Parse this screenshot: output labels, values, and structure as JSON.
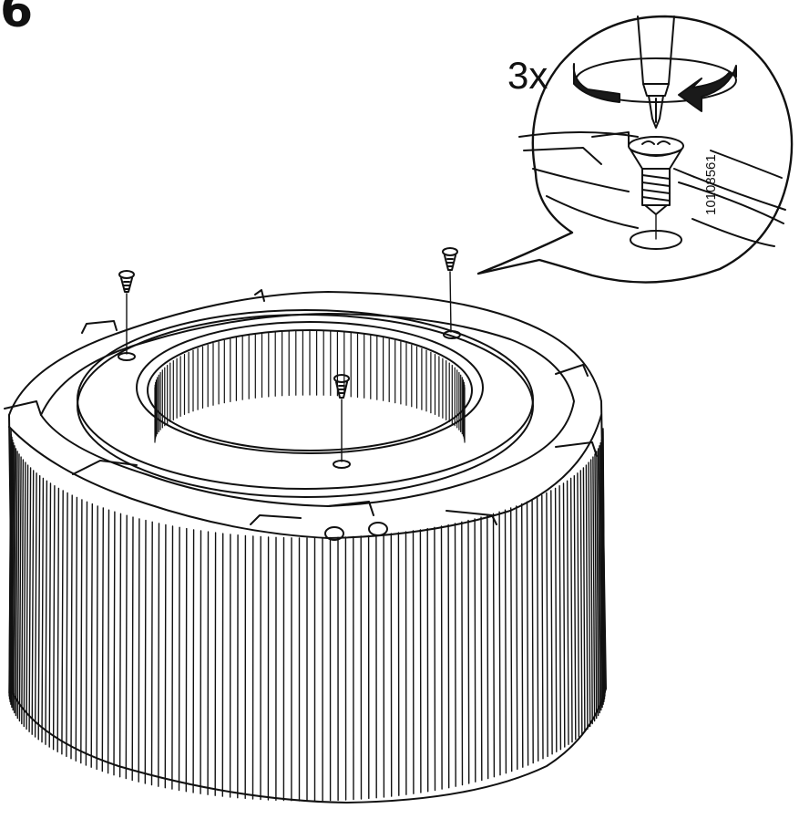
{
  "step": {
    "number": "6"
  },
  "detail": {
    "quantity": "3x",
    "part_code": "10108561"
  },
  "colors": {
    "line": "#111111",
    "background": "#ffffff",
    "fill_dark": "#1a1a1a"
  },
  "icons": [
    "screw-icon",
    "screwdriver-icon",
    "rotate-arrow-icon"
  ]
}
